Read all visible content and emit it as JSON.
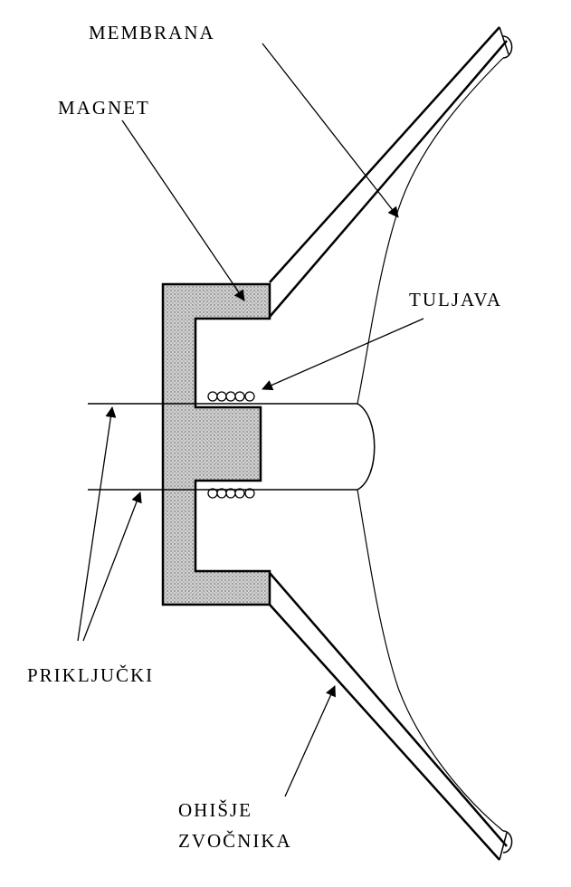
{
  "labels": {
    "membrana": "MEMBRANA",
    "magnet": "MAGNET",
    "tuljava": "TULJAVA",
    "prikljucki": "PRIKLJUČKI",
    "ohisje_line1": "OHIŠJE",
    "ohisje_line2": "ZVOČNIKA"
  },
  "colors": {
    "ink": "#000000",
    "magnet_fill": "#c8c8c8",
    "background": "#ffffff"
  }
}
